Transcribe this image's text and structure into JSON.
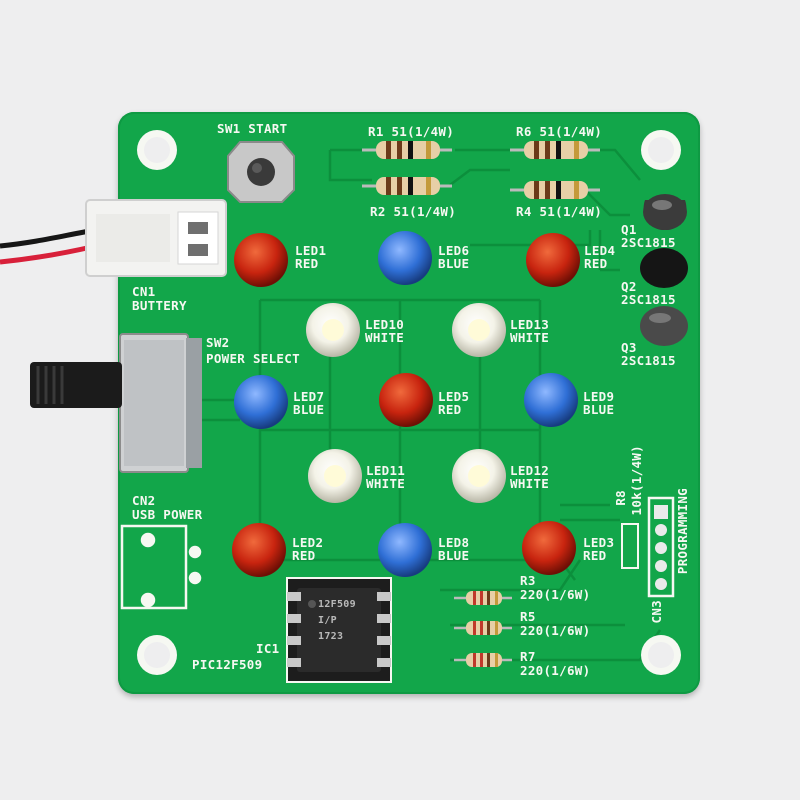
{
  "labels": {
    "sw1": "SW1 START",
    "r1": "R1 51(1/4W)",
    "r6": "R6 51(1/4W)",
    "r2": "R2 51(1/4W)",
    "r4": "R4 51(1/4W)",
    "q1_name": "Q1",
    "q1_part": "2SC1815",
    "q2_name": "Q2",
    "q2_part": "2SC1815",
    "q3_name": "Q3",
    "q3_part": "2SC1815",
    "cn1_name": "CN1",
    "cn1_desc": "BUTTERY",
    "sw2_name": "SW2",
    "sw2_desc": "POWER SELECT",
    "cn2_name": "CN2",
    "cn2_desc": "USB POWER",
    "ic1_name": "IC1",
    "ic1_part": "PIC12F509",
    "r8_name": "R8",
    "r8_value": "10k(1/4W)",
    "r3_name": "R3",
    "r3_value": "220(1/6W)",
    "r5_name": "R5",
    "r5_value": "220(1/6W)",
    "r7_name": "R7",
    "r7_value": "220(1/6W)",
    "cn3_name": "CN3",
    "cn3_desc": "PROGRAMMING",
    "chip_marking_1": "12F509",
    "chip_marking_2": "I/P",
    "chip_marking_3": "1723"
  },
  "leds": [
    {
      "name": "LED1",
      "color": "RED"
    },
    {
      "name": "LED6",
      "color": "BLUE"
    },
    {
      "name": "LED4",
      "color": "RED"
    },
    {
      "name": "LED10",
      "color": "WHITE"
    },
    {
      "name": "LED13",
      "color": "WHITE"
    },
    {
      "name": "LED7",
      "color": "BLUE"
    },
    {
      "name": "LED5",
      "color": "RED"
    },
    {
      "name": "LED9",
      "color": "BLUE"
    },
    {
      "name": "LED11",
      "color": "WHITE"
    },
    {
      "name": "LED12",
      "color": "WHITE"
    },
    {
      "name": "LED2",
      "color": "RED"
    },
    {
      "name": "LED8",
      "color": "BLUE"
    },
    {
      "name": "LED3",
      "color": "RED"
    }
  ],
  "colors": {
    "board": "#12a64a",
    "silkscreen": "#f6f8f2",
    "led_red": "#c8240f",
    "led_blue": "#2f6fd6",
    "led_white": "#f4f3e8",
    "wire_red": "#d8203a",
    "wire_black": "#161616"
  }
}
